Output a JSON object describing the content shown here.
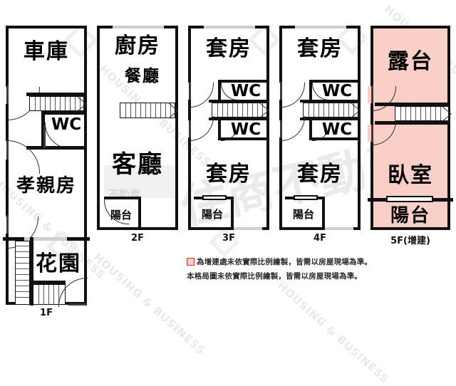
{
  "document": {
    "type": "floor-plan",
    "colors": {
      "extension_fill": "#f9cfc8",
      "wall": "#111111",
      "window": "#cfcfcf",
      "legend_swatch_border": "#c0392b"
    }
  },
  "watermarks": {
    "diagonal_text": "HOUSING & BUSINESS",
    "brand_text": "不動產",
    "brand_text_2": "住商不動產"
  },
  "floors": [
    {
      "id": "1F",
      "name": "1F",
      "extension": false,
      "rooms": [
        {
          "key": "garage",
          "label": "車庫"
        },
        {
          "key": "wc",
          "label": "WC"
        },
        {
          "key": "filial_room",
          "label": "孝親房"
        },
        {
          "key": "garden",
          "label": "花園"
        }
      ]
    },
    {
      "id": "2F",
      "name": "2F",
      "extension": false,
      "rooms": [
        {
          "key": "kitchen",
          "label": "廚房"
        },
        {
          "key": "dining",
          "label": "餐廳"
        },
        {
          "key": "living",
          "label": "客廳"
        },
        {
          "key": "balcony",
          "label": "陽台"
        }
      ]
    },
    {
      "id": "3F",
      "name": "3F",
      "extension": false,
      "rooms": [
        {
          "key": "suite_front",
          "label": "套房"
        },
        {
          "key": "wc_upper",
          "label": "WC"
        },
        {
          "key": "wc_lower",
          "label": "WC"
        },
        {
          "key": "suite_rear",
          "label": "套房"
        },
        {
          "key": "balcony",
          "label": "陽台"
        }
      ]
    },
    {
      "id": "4F",
      "name": "4F",
      "extension": false,
      "rooms": [
        {
          "key": "suite_front",
          "label": "套房"
        },
        {
          "key": "wc_upper",
          "label": "WC"
        },
        {
          "key": "wc_lower",
          "label": "WC"
        },
        {
          "key": "suite_rear",
          "label": "套房"
        },
        {
          "key": "balcony",
          "label": "陽台"
        }
      ]
    },
    {
      "id": "5F",
      "name": "5F(增建)",
      "extension": true,
      "rooms": [
        {
          "key": "terrace",
          "label": "露台"
        },
        {
          "key": "bedroom",
          "label": "臥室"
        },
        {
          "key": "balcony",
          "label": "陽台"
        }
      ]
    }
  ],
  "legend": {
    "line1": "為增建處未依實際比例繪製，皆需以房屋現場為準。",
    "line2": "本格局圖未依實際比例繪製，皆需以房屋現場為準。"
  }
}
